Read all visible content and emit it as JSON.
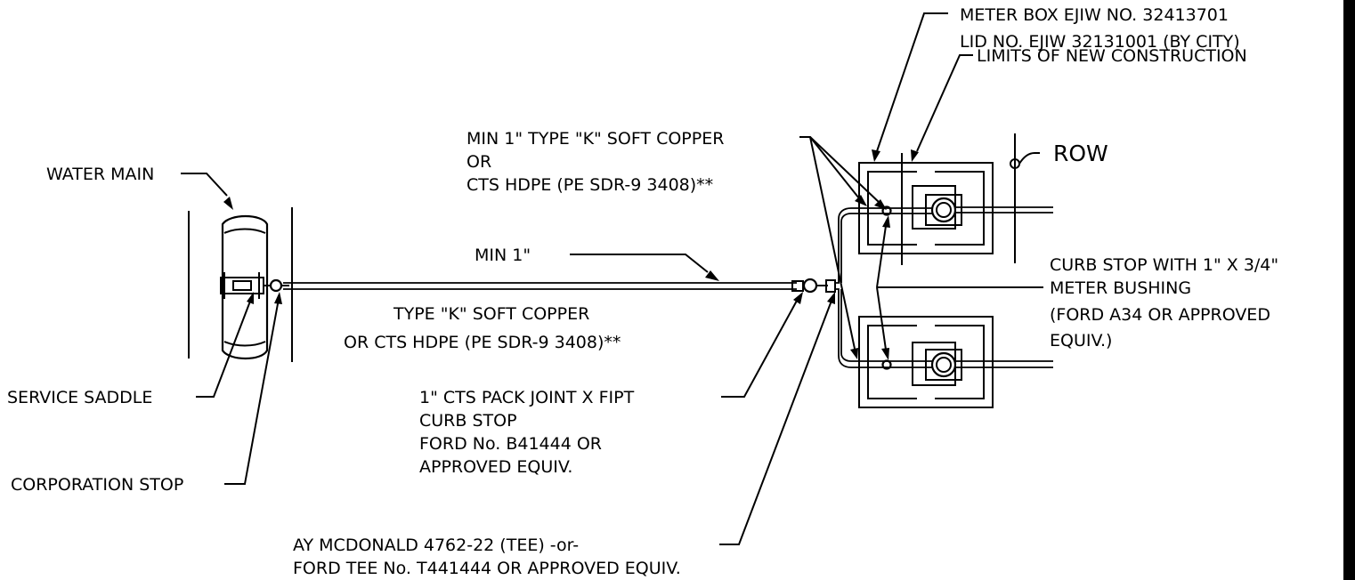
{
  "labels": {
    "meter_box_line1": "METER BOX EJIW NO. 32413701",
    "meter_box_line2": "LID NO. EJIW 32131001 (BY CITY)",
    "limits": "LIMITS OF NEW CONSTRUCTION",
    "row": "ROW",
    "copper_top_line1": "MIN 1\" TYPE \"K\" SOFT COPPER",
    "copper_top_line2": "OR",
    "copper_top_line3": "CTS HDPE (PE SDR-9 3408)**",
    "water_main": "WATER MAIN",
    "min_1": "MIN 1\"",
    "type_k_line1": "TYPE \"K\" SOFT COPPER",
    "type_k_line2": "OR CTS HDPE (PE SDR-9 3408)**",
    "curb_stop_bushing_line1": "CURB STOP WITH 1\" X 3/4\"",
    "curb_stop_bushing_line2": "METER BUSHING",
    "curb_stop_bushing_line3": "(FORD A34 OR APPROVED",
    "curb_stop_bushing_line4": "EQUIV.)",
    "service_saddle": "SERVICE SADDLE",
    "pack_joint_line1": "1\" CTS PACK JOINT X FIPT",
    "pack_joint_line2": "CURB STOP",
    "pack_joint_line3": "FORD No. B41444 OR",
    "pack_joint_line4": "APPROVED EQUIV.",
    "corporation_stop": "CORPORATION STOP",
    "tee_line1": "AY MCDONALD 4762-22 (TEE) -or-",
    "tee_line2": "FORD TEE No. T441444 OR APPROVED EQUIV."
  },
  "colors": {
    "ink": "#000000",
    "paper": "#ffffff"
  }
}
